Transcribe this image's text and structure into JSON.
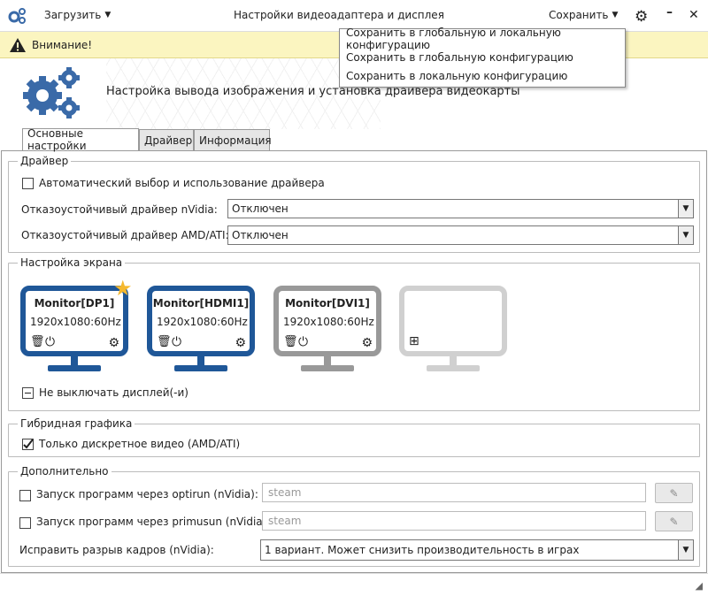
{
  "titlebar": {
    "app_icon": "gears-icon",
    "load_label": "Загрузить",
    "title": "Настройки видеоадаптера и дисплея",
    "save_label": "Сохранить",
    "settings_icon": "gear-icon",
    "minimize_label": "–",
    "close_label": "✕"
  },
  "save_menu": {
    "items": [
      "Сохранить в глобальную и локальную конфигурацию",
      "Сохранить в глобальную конфигурацию",
      "Сохранить в локальную конфигурацию"
    ]
  },
  "warning": {
    "text": "Внимание!",
    "icon": "warning-icon"
  },
  "hero": {
    "text": "Настройка вывода изображения и установка драйвера видеокарты",
    "icon": "gears-icon"
  },
  "tabs": [
    "Основные настройки",
    "Драйвер",
    "Информация"
  ],
  "driver": {
    "group_label": "Драйвер",
    "auto_label": "Автоматический выбор и использование драйвера",
    "auto_checked": false,
    "nvidia_label": "Отказоустойчивый драйвер nVidia:",
    "nvidia_value": "Отключен",
    "amd_label": "Отказоустойчивый драйвер AMD/ATI:",
    "amd_value": "Отключен"
  },
  "screen": {
    "group_label": "Настройка экрана",
    "monitors": [
      {
        "name": "Monitor[DP1]",
        "mode": "1920x1080:60Hz",
        "state": "active",
        "primary": true,
        "color": "#1f5798"
      },
      {
        "name": "Monitor[HDMI1]",
        "mode": "1920x1080:60Hz",
        "state": "active",
        "primary": false,
        "color": "#1f5798"
      },
      {
        "name": "Monitor[DVI1]",
        "mode": "1920x1080:60Hz",
        "state": "disabled",
        "primary": false,
        "color": "#999999"
      },
      {
        "name": "",
        "mode": "",
        "state": "empty",
        "primary": false,
        "color": "#d0d0d0"
      }
    ],
    "no_off_label": "Не выключать дисплей(-и)"
  },
  "hybrid": {
    "group_label": "Гибридная графика",
    "discrete_label": "Только дискретное видео (AMD/ATI)",
    "discrete_checked": true
  },
  "extra": {
    "group_label": "Дополнительно",
    "optirun_label": "Запуск программ через optirun (nVidia):",
    "optirun_placeholder": "steam",
    "primusun_label": "Запуск программ через primusun (nVidia):",
    "primusun_placeholder": "steam",
    "tearing_label": "Исправить разрыв кадров (nVidia):",
    "tearing_value": "1 вариант. Может снизить производительность в играх"
  },
  "colors": {
    "accent": "#1f5798",
    "warning_bg": "#fbf5c0",
    "star": "#f5b82e"
  }
}
